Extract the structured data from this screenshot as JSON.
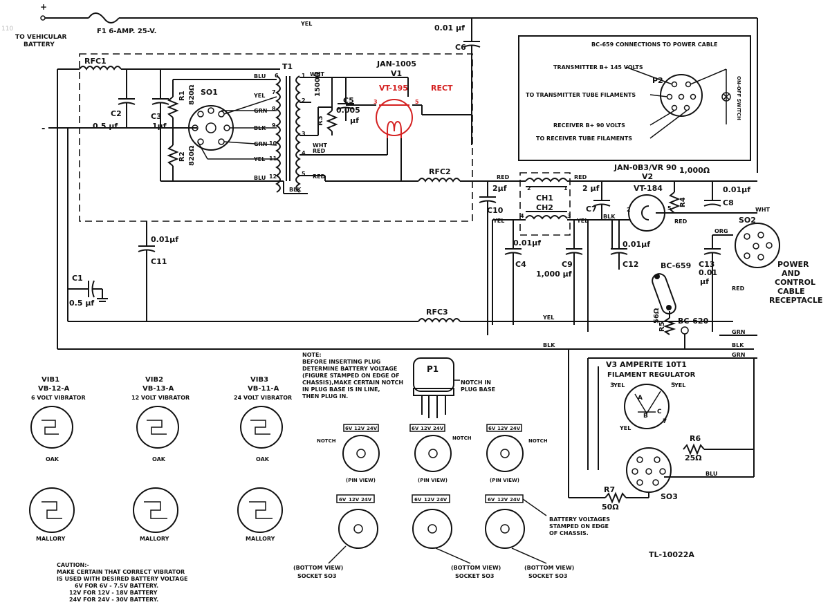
{
  "page_marker": "110",
  "battery": {
    "plus": "+",
    "label_1": "TO VEHICULAR",
    "label_2": "BATTERY"
  },
  "fuse": {
    "label": "F1 6-AMP. 25-V."
  },
  "ground_symbol": "-",
  "wire_colors": {
    "yel": "YEL",
    "blu": "BLU",
    "grn": "GRN",
    "blk": "BLK",
    "wht": "WHT",
    "red": "RED",
    "org": "ORG"
  },
  "c6": {
    "value": "0.01 μf",
    "name": "C6"
  },
  "rfc1": "RFC1",
  "c2": {
    "name": "C2",
    "value": "0.5 μf"
  },
  "c3": {
    "name": "C3",
    "value": "1μf"
  },
  "r1": {
    "name": "R1",
    "value": "820Ω"
  },
  "r2": {
    "name": "R2",
    "value": "820Ω"
  },
  "so1": "SO1",
  "t1": "T1",
  "r3": {
    "name": "R3",
    "value": "1500Ω"
  },
  "c5": {
    "name": "C5",
    "value_1": "0.005",
    "value_2": "μf"
  },
  "v1": {
    "type_1": "JAN-1005",
    "name": "V1",
    "tube": "VT-195",
    "function": "RECT",
    "pin_3": "3",
    "pin_5": "5"
  },
  "t1_pins": [
    "6",
    "7",
    "8",
    "9",
    "3",
    "10",
    "11",
    "12",
    "1",
    "2",
    "4",
    "5"
  ],
  "rfc2": "RFC2",
  "rfc3": "RFC3",
  "ch1": "CH1",
  "ch2": "CH2",
  "ch_pins": [
    "2",
    "1",
    "4",
    "3"
  ],
  "c10": {
    "name": "C10",
    "value": "2μf"
  },
  "c4": {
    "name": "C4",
    "value": "0.01μf"
  },
  "c9": {
    "name": "C9",
    "value": "1,000 μf"
  },
  "c7": {
    "name": "C7",
    "value": "2 μf"
  },
  "v2": {
    "type_1": "JAN-0B3/VR 90",
    "name": "V2",
    "tube": "VT-184",
    "pin_2": "2",
    "pin_5": "5"
  },
  "r4": {
    "name": "R4",
    "value": "1,000Ω"
  },
  "c8": {
    "name": "C8",
    "value": "0.01μf"
  },
  "c12": {
    "name": "C12",
    "value": "0.01μf"
  },
  "c13": {
    "name": "C13",
    "value_1": "0.01",
    "value_2": "μf"
  },
  "c11": {
    "name": "C11",
    "value": "0.01μf"
  },
  "c1": {
    "name": "C1",
    "value": "0.5 μf"
  },
  "so2": "SO2",
  "receptacle": [
    "POWER",
    "AND",
    "CONTROL",
    "CABLE",
    "RECEPTACLE"
  ],
  "bc659_switch": "BC-659",
  "r5": {
    "name": "R5",
    "value": "56Ω"
  },
  "bc620": "BC-620",
  "bc659_box": {
    "title": "BC-659 CONNECTIONS TO POWER CABLE",
    "lines": [
      "TRANSMITTER B+ 145 VOLTS",
      "TO TRANSMITTER TUBE FILAMENTS",
      "RECEIVER B+ 90 VOLTS",
      "TO RECEIVER TUBE FILAMENTS"
    ],
    "p2": "P2",
    "switch_label": "ON-OFF SWITCH"
  },
  "v3": {
    "line_1": "V3 AMPERITE 10T1",
    "line_2": "FILAMENT REGULATOR",
    "pins": [
      "3",
      "5",
      "A",
      "B",
      "C",
      "7"
    ]
  },
  "r6": {
    "name": "R6",
    "value": "25Ω"
  },
  "r7": {
    "name": "R7",
    "value": "50Ω"
  },
  "so3": "SO3",
  "vibrators": [
    {
      "id": "VIB1",
      "model": "VB-12-A",
      "desc": "6 VOLT VIBRATOR",
      "brand_top": "OAK",
      "brand_bottom": "MALLORY"
    },
    {
      "id": "VIB2",
      "model": "VB-13-A",
      "desc": "12 VOLT VIBRATOR",
      "brand_top": "OAK",
      "brand_bottom": "MALLORY"
    },
    {
      "id": "VIB3",
      "model": "VB-11-A",
      "desc": "24 VOLT VIBRATOR",
      "brand_top": "OAK",
      "brand_bottom": "MALLORY"
    }
  ],
  "note": [
    "NOTE:",
    "BEFORE INSERTING PLUG",
    "DETERMINE BATTERY VOLTAGE",
    "(FIGURE STAMPED ON EDGE OF",
    "CHASSIS),MAKE CERTAIN NOTCH",
    "IN PLUG BASE IS IN LINE,",
    "THEN PLUG IN."
  ],
  "p1": {
    "name": "P1",
    "notch_1": "NOTCH IN",
    "notch_2": "PLUG BASE"
  },
  "pin_views": {
    "voltages": [
      "6V",
      "12V",
      "24V"
    ],
    "notch": "NOTCH",
    "caption": "(PIN VIEW)"
  },
  "socket_views": {
    "voltages": [
      "6V",
      "12V",
      "24V"
    ],
    "caption_1": "(BOTTOM VIEW)",
    "caption_2": "SOCKET SO3"
  },
  "battery_stamp": [
    "BATTERY VOLTAGES",
    "STAMPED ON EDGE",
    "OF CHASSIS."
  ],
  "caution": [
    "CAUTION:-",
    "MAKE CERTAIN THAT CORRECT VIBRATOR",
    "IS USED WITH DESIRED BATTERY VOLTAGE",
    "6V FOR 6V - 7.5V BATTERY.",
    "12V FOR 12V - 18V BATTERY",
    "24V FOR 24V - 30V BATTERY."
  ],
  "drawing_number": "TL-10022A"
}
